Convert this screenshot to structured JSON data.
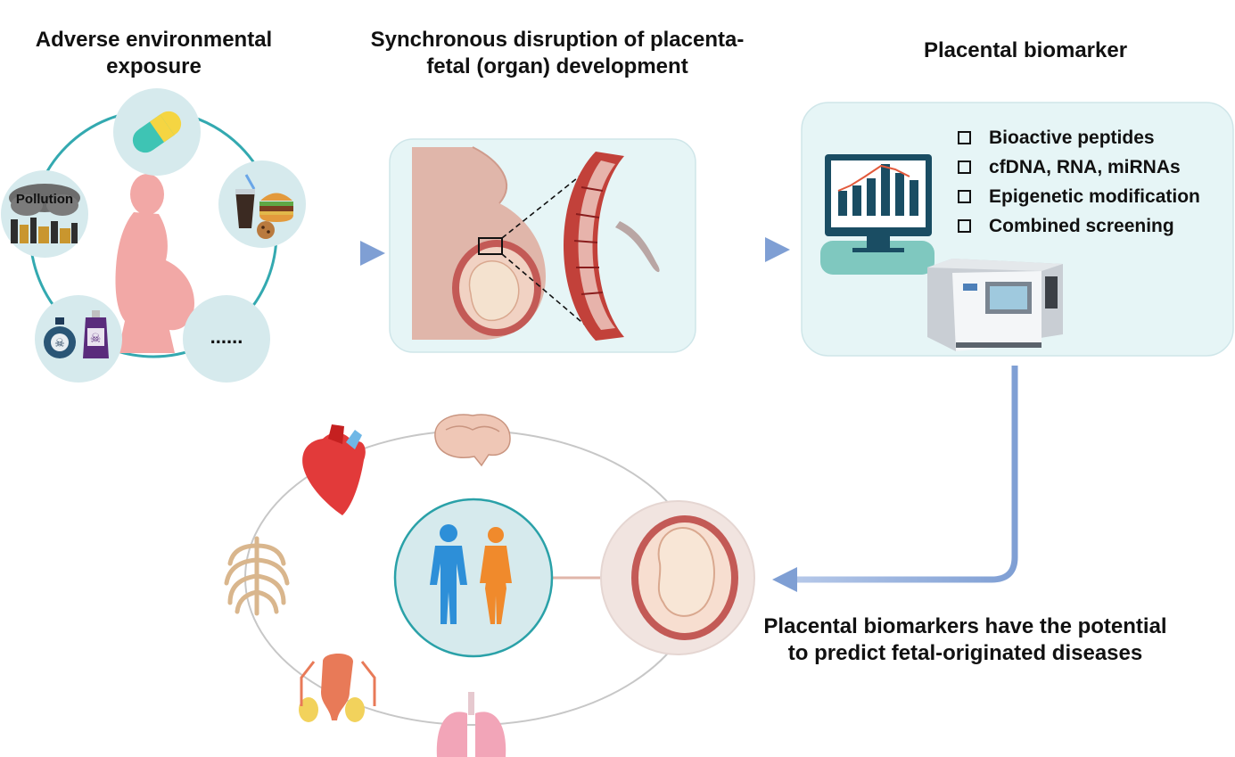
{
  "headings": {
    "exposure": [
      "Adverse environmental",
      "exposure"
    ],
    "disruption": [
      "Synchronous disruption of placenta-",
      "fetal (organ) development"
    ],
    "biomarker": "Placental biomarker",
    "conclusion": [
      "Placental biomarkers have the potential",
      "to predict fetal-originated diseases"
    ]
  },
  "exposure_circles": {
    "pollution_label": "Pollution",
    "more_label": "......"
  },
  "biomarker_list": [
    "Bioactive peptides",
    "cfDNA, RNA, miRNAs",
    "Epigenetic modification",
    "Combined screening"
  ],
  "colors": {
    "teal_ring": "#33a9b0",
    "circle_fill": "#d6eaed",
    "panel_fill": "#e6f5f6",
    "arrow": "#7f9fd4",
    "woman": "#f2a8a6",
    "monitor": "#1a4d63",
    "male_figure": "#2d8fd8",
    "female_figure": "#f08a2c"
  },
  "monitor_bars": [
    28,
    34,
    42,
    58,
    48,
    40
  ]
}
